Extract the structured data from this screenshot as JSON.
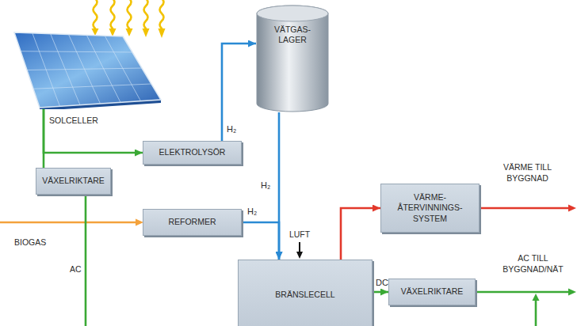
{
  "diagram": {
    "nodes": [
      {
        "text": [
          "SOLCELLER"
        ]
      },
      {
        "text": [
          "VÄTGAS- LAGER"
        ]
      },
      {
        "text": [
          "ELEKTROLYSÖR"
        ]
      },
      {
        "text": [
          "VÄXELRIKTARE"
        ]
      },
      {
        "text": [
          "VÄRME- ÅTERVINNINGS- SYSTEM"
        ]
      },
      {
        "text": [
          "REFORMER"
        ]
      },
      {
        "text": [
          "BRÄNSLECELL"
        ]
      },
      {
        "text": [
          "VÄXELRIKTARE"
        ]
      }
    ],
    "edges": [
      {
        "from": 0,
        "to": 3,
        "arrow": "none"
      },
      {
        "from": 0,
        "to": 2,
        "arrow": "to"
      },
      {
        "from": 2,
        "to": 1,
        "label": "H₂",
        "arrow": "to"
      },
      {
        "from": 1,
        "to": 6,
        "label": "H₂",
        "arrow": "to"
      },
      {
        "from": 5,
        "to": 6,
        "label": "H₂",
        "arrow": "to"
      },
      {
        "from": 6,
        "to": 4,
        "arrow": "to"
      },
      {
        "from": 6,
        "to": 7,
        "label": "DC",
        "arrow": "to"
      }
    ],
    "labels": [
      "BIOGAS",
      "LUFT",
      "AC",
      "VÄRME TILL BYGGNAD",
      "AC TILL BYGGNAD/NÄT"
    ]
  }
}
